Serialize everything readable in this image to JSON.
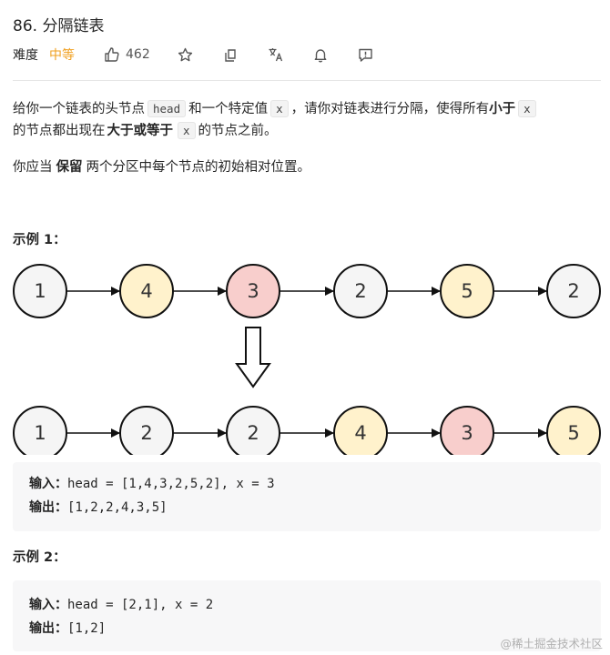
{
  "problem": {
    "title": "86. 分隔链表"
  },
  "meta": {
    "difficulty_label": "难度",
    "difficulty_value": "中等",
    "likes": "462",
    "difficulty_color": "#f0a020"
  },
  "description": {
    "p1_a": "给你一个链表的头节点",
    "p1_code_head": "head",
    "p1_b": "和一个特定值",
    "p1_code_x1": "x",
    "p1_c": "，请你对链表进行分隔，使得所有",
    "p1_bold_less": "小于",
    "p1_code_x2": "x",
    "p2_a": "的节点都出现在",
    "p2_bold_ge": "大于或等于",
    "p2_code_x3": "x",
    "p2_b": "的节点之前。",
    "p3_a": "你应当",
    "p3_bold_keep": "保留",
    "p3_b": "两个分区中每个节点的初始相对位置。"
  },
  "example1": {
    "title": "示例 1：",
    "before": [
      {
        "label": "1",
        "fill": "#f5f5f5"
      },
      {
        "label": "4",
        "fill": "#fff2cc"
      },
      {
        "label": "3",
        "fill": "#f8cecc"
      },
      {
        "label": "2",
        "fill": "#f5f5f5"
      },
      {
        "label": "5",
        "fill": "#fff2cc"
      },
      {
        "label": "2",
        "fill": "#f5f5f5"
      }
    ],
    "after": [
      {
        "label": "1",
        "fill": "#f5f5f5"
      },
      {
        "label": "2",
        "fill": "#f5f5f5"
      },
      {
        "label": "2",
        "fill": "#f5f5f5"
      },
      {
        "label": "4",
        "fill": "#fff2cc"
      },
      {
        "label": "3",
        "fill": "#f8cecc"
      },
      {
        "label": "5",
        "fill": "#fff2cc"
      }
    ],
    "input_label": "输入：",
    "input_value": "head = [1,4,3,2,5,2], x = 3",
    "output_label": "输出：",
    "output_value": "[1,2,2,4,3,5]"
  },
  "example2": {
    "title": "示例 2：",
    "input_label": "输入：",
    "input_value": "head = [2,1], x = 2",
    "output_label": "输出：",
    "output_value": "[1,2]"
  },
  "watermark": "@稀土掘金技术社区",
  "icons": [
    "thumbs-up-icon",
    "star-icon",
    "share-icon",
    "translate-icon",
    "bell-icon",
    "feedback-icon"
  ]
}
